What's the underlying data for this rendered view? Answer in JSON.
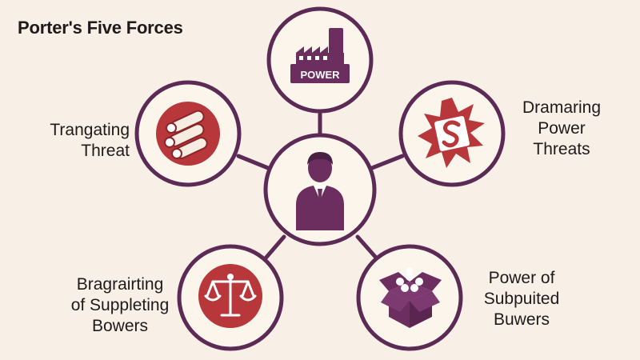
{
  "title": "Porter's Five Forces",
  "center": {
    "icon": "person-icon"
  },
  "forces": [
    {
      "id": "top",
      "icon": "factory-power-icon",
      "icon_text": "POWER",
      "label": ""
    },
    {
      "id": "left",
      "icon": "logs-icon",
      "label": "Trangating\nThreat"
    },
    {
      "id": "right",
      "icon": "dollar-burst-icon",
      "label": "Dramaring\nPower\nThreats"
    },
    {
      "id": "bottom-left",
      "icon": "scales-icon",
      "label": "Bragrairting\nof Suppleting\nBowers"
    },
    {
      "id": "bottom-right",
      "icon": "open-box-icon",
      "label": "Power of\nSubpuited\nBuwers"
    }
  ],
  "colors": {
    "background": "#f8f0e6",
    "ring": "#5b2a55",
    "connector": "#5b2a55",
    "icon_dark": "#6b2e5e",
    "icon_red": "#b8373a",
    "icon_white": "#ffffff"
  }
}
